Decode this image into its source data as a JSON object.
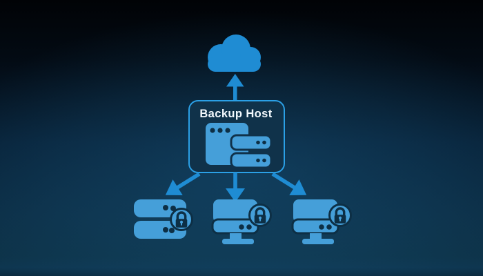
{
  "colors": {
    "icon_blue": "#1f8cd3",
    "icon_blue_light": "#459fd9",
    "glyph_dark": "#0d2f45",
    "node_box_fill": "#10324a",
    "node_box_border": "#2ba0e6",
    "label_text": "#f3f9fd",
    "background_top": "#010306",
    "background_bottom": "#0d3349"
  },
  "diagram": {
    "backup_host_label": "Backup Host",
    "nodes": [
      {
        "id": "cloud-storage",
        "icon": "cloud-icon"
      },
      {
        "id": "backup-host",
        "icon": "server-window-icon",
        "label": "Backup Host"
      },
      {
        "id": "protected-server-left",
        "icon": "server-stack-lock-icon"
      },
      {
        "id": "protected-server-middle",
        "icon": "workstation-lock-icon"
      },
      {
        "id": "protected-server-right",
        "icon": "workstation-lock-icon"
      }
    ],
    "connections": [
      {
        "from": "backup-host",
        "to": "cloud-storage",
        "direction": "up"
      },
      {
        "from": "backup-host",
        "to": "protected-server-left",
        "direction": "down-left"
      },
      {
        "from": "backup-host",
        "to": "protected-server-middle",
        "direction": "down"
      },
      {
        "from": "backup-host",
        "to": "protected-server-right",
        "direction": "down-right"
      }
    ]
  }
}
